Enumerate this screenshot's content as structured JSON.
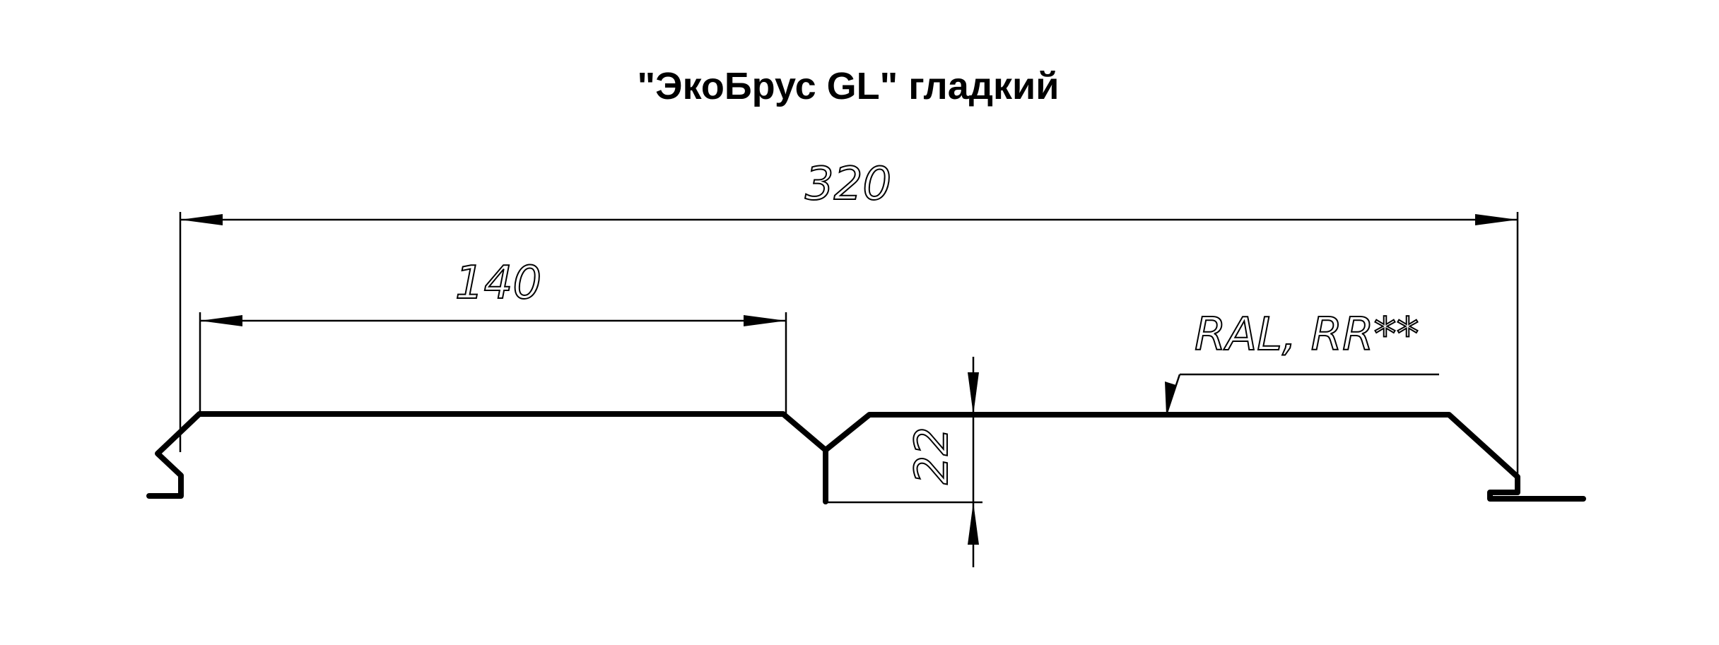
{
  "title": "\"ЭкоБрус GL\" гладкий",
  "dimensions": {
    "total_width": "320",
    "panel_width": "140",
    "height": "22"
  },
  "coating_label": "RAL, RR**"
}
